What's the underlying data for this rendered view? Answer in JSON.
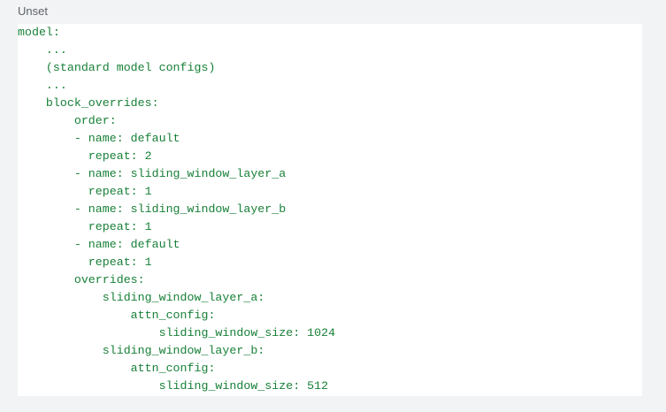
{
  "language_label": "Unset",
  "code_lines": [
    "model:",
    "    ...",
    "    (standard model configs)",
    "    ...",
    "    block_overrides:",
    "        order:",
    "        - name: default",
    "          repeat: 2",
    "        - name: sliding_window_layer_a",
    "          repeat: 1",
    "        - name: sliding_window_layer_b",
    "          repeat: 1",
    "        - name: default",
    "          repeat: 1",
    "        overrides:",
    "            sliding_window_layer_a:",
    "                attn_config:",
    "                    sliding_window_size: 1024",
    "            sliding_window_layer_b:",
    "                attn_config:",
    "                    sliding_window_size: 512"
  ],
  "colors": {
    "code_text": "#188038",
    "background": "#f1f3f4"
  }
}
